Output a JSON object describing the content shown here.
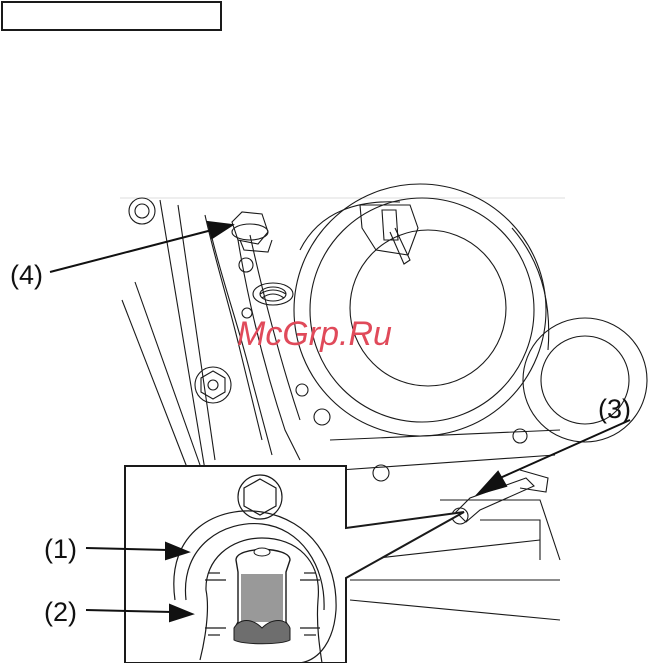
{
  "header_box": {
    "text": ""
  },
  "watermark": "McGrp.Ru",
  "callouts": {
    "c1": "(1)",
    "c2": "(2)",
    "c3": "(3)",
    "c4": "(4)"
  },
  "colors": {
    "line": "#1a1a1a",
    "watermark": "#e04a5a",
    "oil_level": "#999999",
    "background": "#ffffff"
  }
}
